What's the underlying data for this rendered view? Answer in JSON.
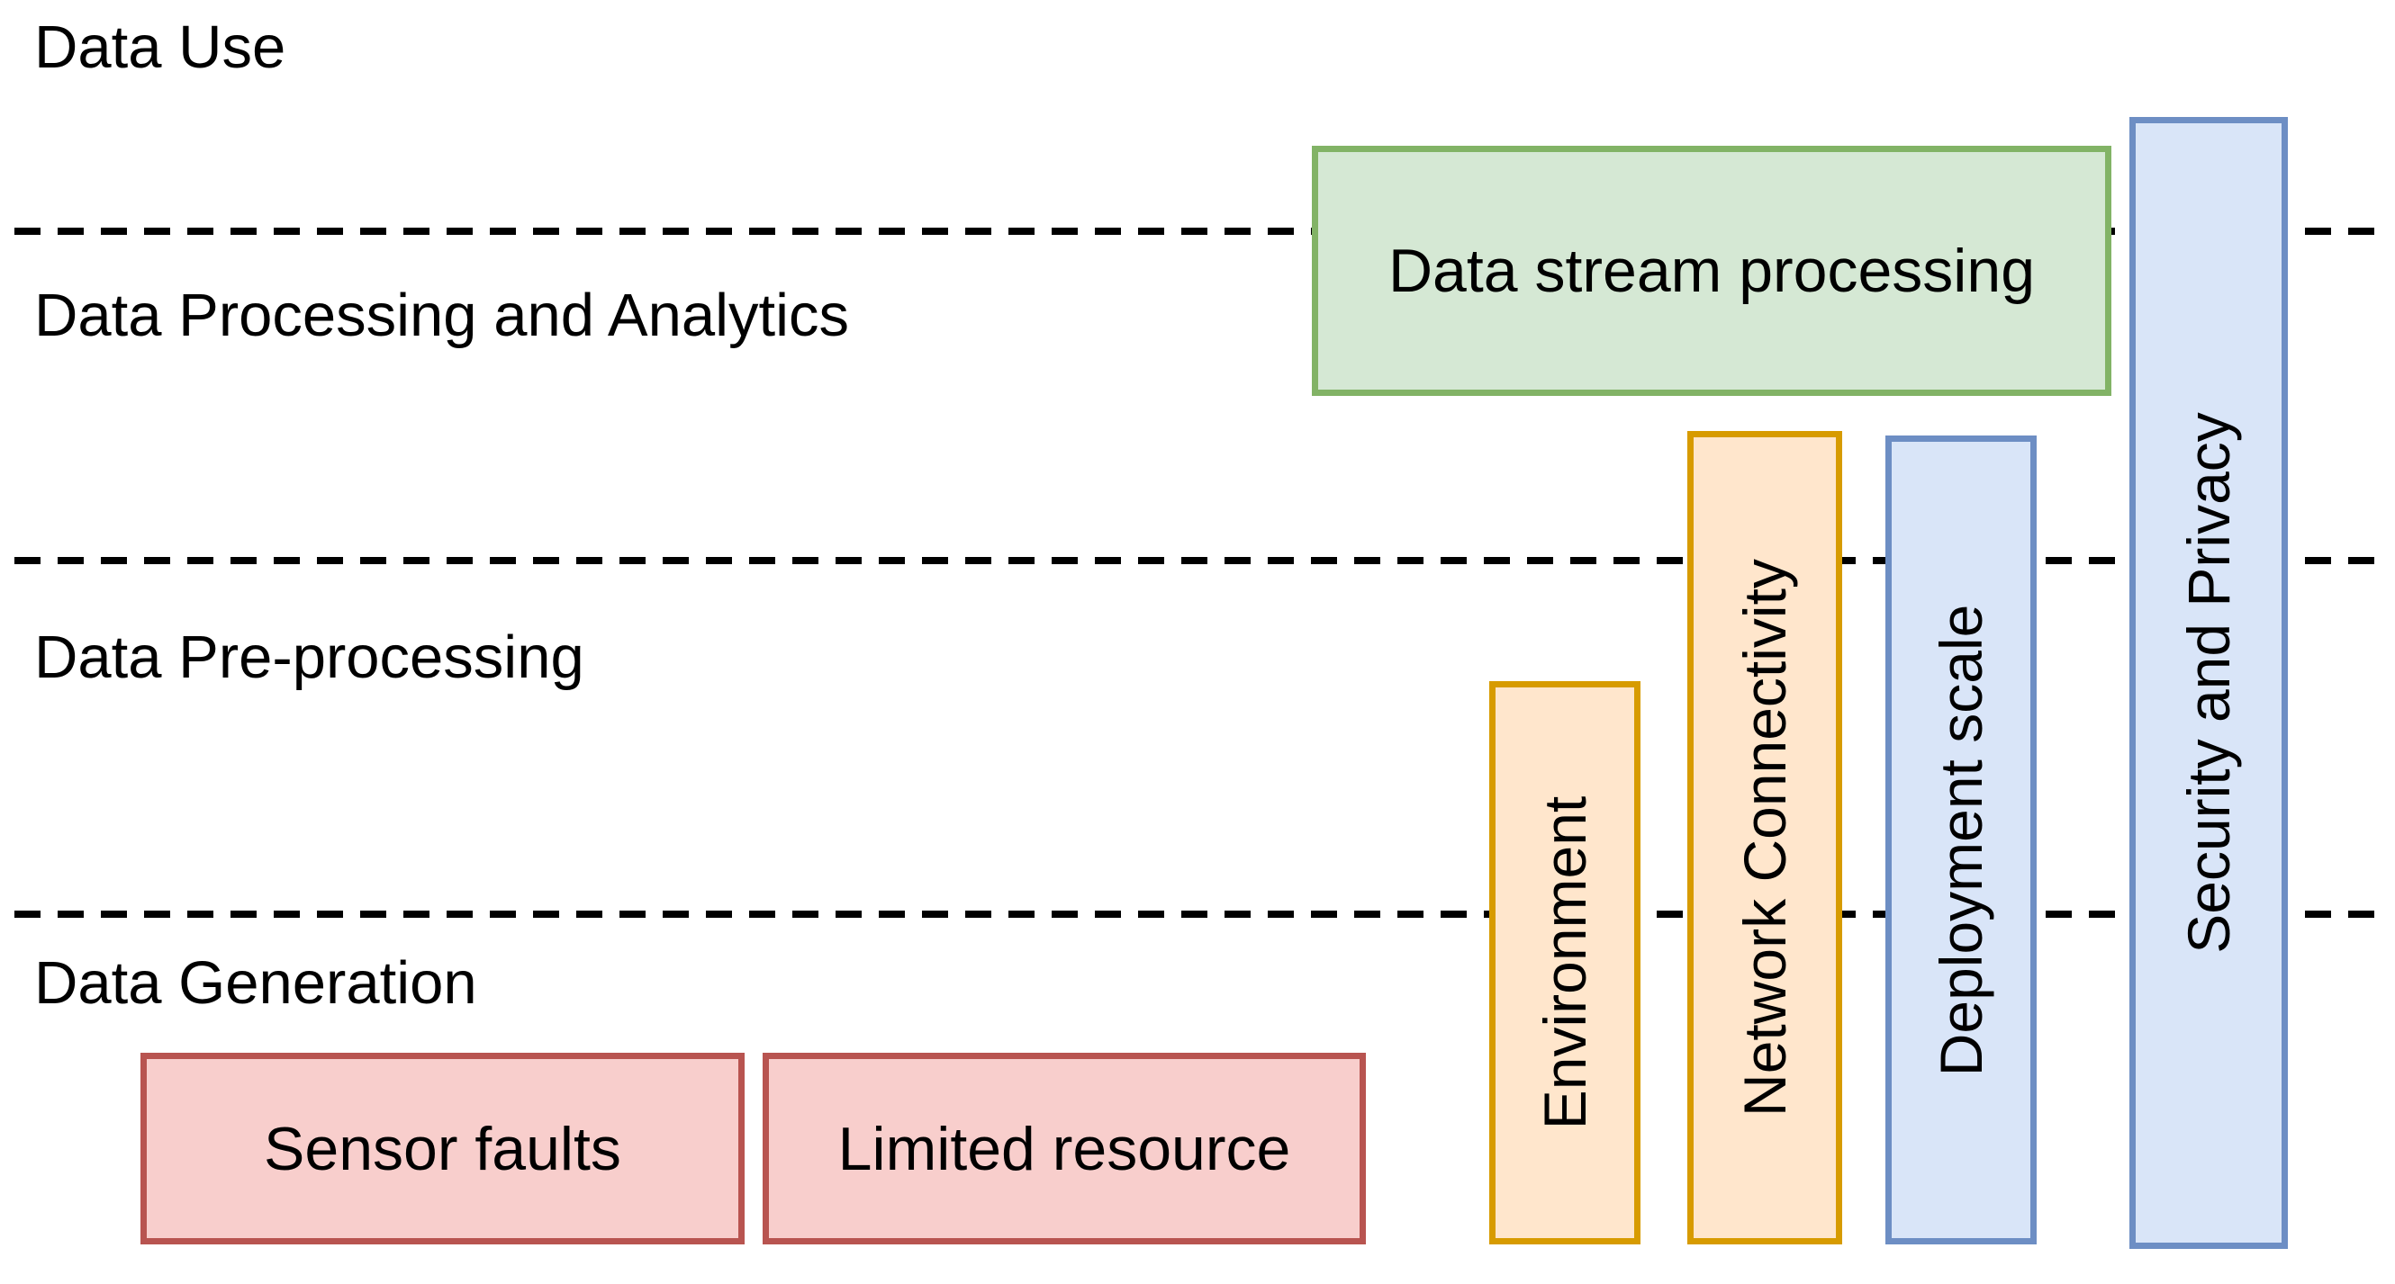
{
  "diagram": {
    "title": "IoT data pipeline challenges diagram",
    "lanes": [
      {
        "label": "Data Use"
      },
      {
        "label": "Data Processing and Analytics"
      },
      {
        "label": "Data Pre-processing"
      },
      {
        "label": "Data Generation"
      }
    ],
    "boxes": [
      {
        "id": "data-stream-processing",
        "label": "Data stream processing",
        "orientation": "horizontal",
        "fill": "#d5e8d4",
        "border": "#82b366",
        "lanes_spanned": [
          "Data Use",
          "Data Processing and Analytics"
        ]
      },
      {
        "id": "sensor-faults",
        "label": "Sensor faults",
        "orientation": "horizontal",
        "fill": "#f8cecc",
        "border": "#b85450",
        "lanes_spanned": [
          "Data Generation"
        ]
      },
      {
        "id": "limited-resource",
        "label": "Limited resource",
        "orientation": "horizontal",
        "fill": "#f8cecc",
        "border": "#b85450",
        "lanes_spanned": [
          "Data Generation"
        ]
      },
      {
        "id": "environment",
        "label": "Environment",
        "orientation": "vertical",
        "fill": "#ffe6cc",
        "border": "#d79b00",
        "lanes_spanned": [
          "Data Pre-processing",
          "Data Generation"
        ]
      },
      {
        "id": "network-connectivity",
        "label": "Network Connectivity",
        "orientation": "vertical",
        "fill": "#ffe6cc",
        "border": "#d79b00",
        "lanes_spanned": [
          "Data Processing and Analytics",
          "Data Pre-processing",
          "Data Generation"
        ]
      },
      {
        "id": "deployment-scale",
        "label": "Deployment scale",
        "orientation": "vertical",
        "fill": "#d9e5f8",
        "border": "#6d8ec4",
        "lanes_spanned": [
          "Data Processing and Analytics",
          "Data Pre-processing",
          "Data Generation"
        ]
      },
      {
        "id": "security-and-privacy",
        "label": "Security and Privacy",
        "orientation": "vertical",
        "fill": "#d9e5f8",
        "border": "#6d8ec4",
        "lanes_spanned": [
          "Data Use",
          "Data Processing and Analytics",
          "Data Pre-processing",
          "Data Generation"
        ]
      }
    ],
    "divider_style": {
      "color": "#000000",
      "pattern": "dashed"
    }
  }
}
